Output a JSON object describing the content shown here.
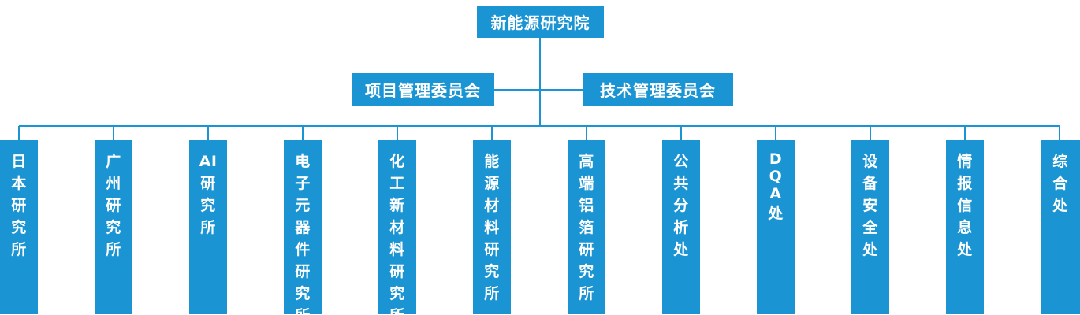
{
  "diagram": {
    "colors": {
      "accent": "#1A94D2",
      "node_text": "#FFFFFF",
      "background": "#FFFFFF"
    },
    "root": {
      "label": "新能源研究院"
    },
    "committees": [
      {
        "label": "项目管理委员会"
      },
      {
        "label": "技术管理委员会"
      }
    ],
    "departments": [
      {
        "label": "日本研究所",
        "lines": [
          "日",
          "本",
          "研",
          "究",
          "所"
        ]
      },
      {
        "label": "广州研究所",
        "lines": [
          "广",
          "州",
          "研",
          "究",
          "所"
        ]
      },
      {
        "label": "AI研究所",
        "lines": [
          "AI",
          "研",
          "究",
          "所"
        ]
      },
      {
        "label": "电子元器件研究所",
        "lines": [
          "电",
          "子",
          "元",
          "器",
          "件",
          "研",
          "究",
          "所"
        ]
      },
      {
        "label": "化工新材料研究所",
        "lines": [
          "化",
          "工",
          "新",
          "材",
          "料",
          "研",
          "究",
          "所"
        ]
      },
      {
        "label": "能源材料研究所",
        "lines": [
          "能",
          "源",
          "材",
          "料",
          "研",
          "究",
          "所"
        ]
      },
      {
        "label": "高端铝箔研究所",
        "lines": [
          "高",
          "端",
          "铝",
          "箔",
          "研",
          "究",
          "所"
        ]
      },
      {
        "label": "公共分析处",
        "lines": [
          "公",
          "共",
          "分",
          "析",
          "处"
        ]
      },
      {
        "label": "DQA处",
        "lines": [
          "D",
          "Q",
          "A",
          "处"
        ]
      },
      {
        "label": "设备安全处",
        "lines": [
          "设",
          "备",
          "安",
          "全",
          "处"
        ]
      },
      {
        "label": "情报信息处",
        "lines": [
          "情",
          "报",
          "信",
          "息",
          "处"
        ]
      },
      {
        "label": "综合处",
        "lines": [
          "综",
          "合",
          "处"
        ]
      }
    ]
  }
}
